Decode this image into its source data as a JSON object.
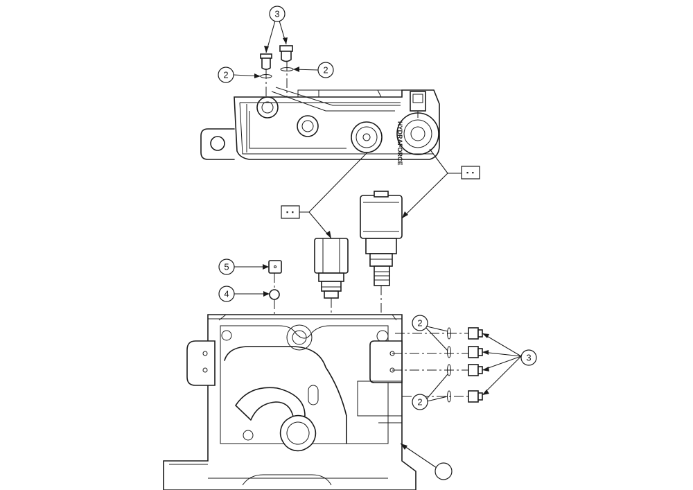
{
  "callouts": {
    "top_washers_label": "2",
    "top_washer_right_label": "2",
    "top_caps_label": "3",
    "fitting_label": "5",
    "ball_label": "4",
    "right_washers_label_upper": "2",
    "right_washers_label_lower": "2",
    "right_caps_label": "3",
    "housing_label": ""
  },
  "tags": {
    "cartridge_right_tag": "▪ ▪",
    "cartridge_left_tag": "▪ ▪"
  },
  "stamp_text": "HYDRAFORCE"
}
